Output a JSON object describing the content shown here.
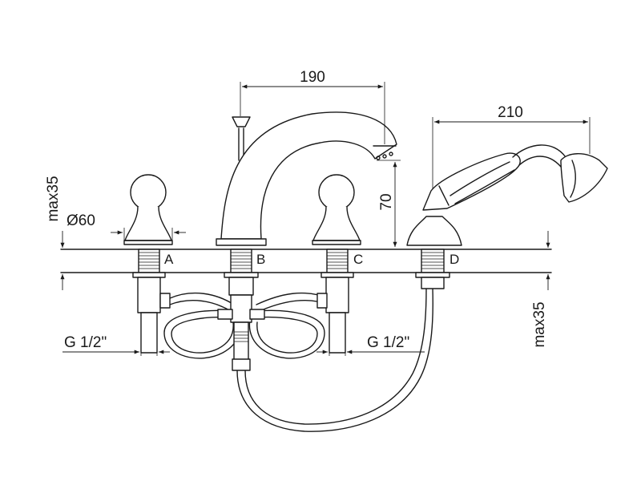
{
  "dimensions": {
    "spout_reach": "190",
    "shower_reach": "210",
    "spout_height": "70",
    "max_deck_top": "max35",
    "max_deck_bottom": "max35",
    "knob_diameter": "Ø60",
    "thread_left": "G 1/2\"",
    "thread_right": "G 1/2\""
  },
  "position_labels": [
    "A",
    "B",
    "C",
    "D"
  ],
  "colors": {
    "line": "#1a1a1a",
    "background": "#ffffff"
  }
}
